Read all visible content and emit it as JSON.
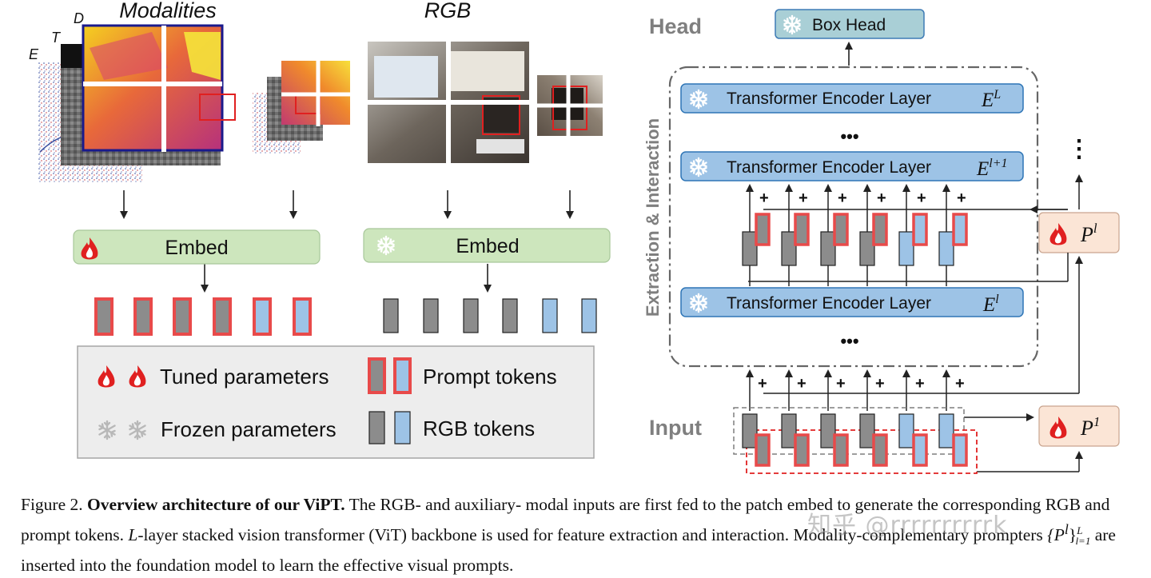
{
  "left_panel": {
    "modalities_title": "Modalities",
    "rgb_title": "RGB",
    "modality_letters": {
      "e": "E",
      "t": "T",
      "d": "D"
    },
    "embed_tuned_label": "Embed",
    "embed_frozen_label": "Embed"
  },
  "legend": {
    "tuned_label": "Tuned parameters",
    "frozen_label": "Frozen parameters",
    "prompt_label": "Prompt tokens",
    "rgb_label": "RGB tokens"
  },
  "right_panel": {
    "head_label": "Head",
    "box_head_label": "Box Head",
    "side_label": "Extraction & Interaction",
    "input_label": "Input",
    "encoder_layers": [
      {
        "label": "Transformer Encoder Layer",
        "base": "E",
        "sup": "L"
      },
      {
        "label": "Transformer Encoder Layer",
        "base": "E",
        "sup": "l+1"
      },
      {
        "label": "Transformer Encoder Layer",
        "base": "E",
        "sup": "l"
      }
    ],
    "ellipsis": "•••",
    "vertical_ellipsis": "⋮",
    "plus": "+",
    "prompter_l": {
      "base": "P",
      "sup": "l"
    },
    "prompter_1": {
      "base": "P",
      "sup": "1"
    }
  },
  "caption": {
    "fig_label": "Figure 2.",
    "bold_title": "Overview architecture of our ViPT.",
    "text_1": " The RGB- and auxiliary- modal inputs are first fed to the patch embed to generate the corresponding RGB and prompt tokens. ",
    "l_var": "L",
    "text_2": "-layer stacked vision transformer (ViT) backbone is used for feature extraction and interaction. Modality-complementary prompters ",
    "set_expr": "{P",
    "set_sup": "l",
    "set_close": "}",
    "set_sup2": "L",
    "set_sub": "l=1",
    "text_3": " are inserted into the foundation model to learn the effective visual prompts."
  },
  "watermark": "知乎 @rrrrrrrrrrk",
  "colors": {
    "embed_green": "#cde6bd",
    "encoder_blue": "#9dc3e6",
    "box_head_teal": "#a9cfd6",
    "prompter_peach": "#fbe5d6",
    "prompt_red": "#e84a4a",
    "rgb_token_blue": "#9dc3e6",
    "aux_token_gray": "#8c8c8c",
    "legend_bg": "#ededed",
    "label_gray": "#7f7f7f"
  },
  "icons": [
    "flame-icon",
    "snowflake-icon"
  ]
}
